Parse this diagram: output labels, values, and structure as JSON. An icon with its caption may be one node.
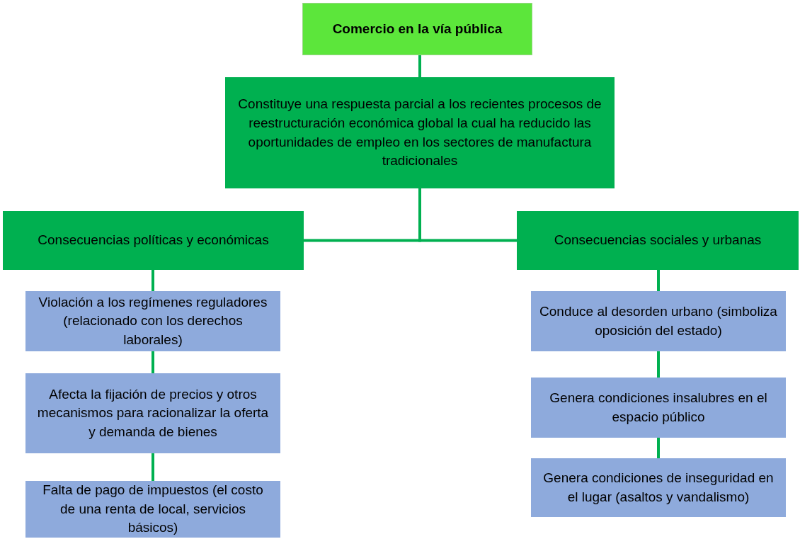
{
  "diagram": {
    "nodes": [
      {
        "text": [
          "Comercio en la vía pública"
        ]
      },
      {
        "text": [
          "Constituye una respuesta parcial a los recientes procesos de reestructuración económica global la cual ha reducido las oportunidades de empleo en los sectores de manufactura tradicionales"
        ]
      },
      {
        "text": [
          "Consecuencias políticas y económicas"
        ]
      },
      {
        "text": [
          "Consecuencias sociales y urbanas"
        ]
      },
      {
        "text": [
          "Violación a los regímenes reguladores (relacionado con los derechos laborales)"
        ]
      },
      {
        "text": [
          "Afecta la fijación de precios y otros mecanismos para racionalizar la oferta y demanda de bienes"
        ]
      },
      {
        "text": [
          "Falta de pago de impuestos (el costo de una renta de local, servicios básicos)"
        ]
      },
      {
        "text": [
          "Conduce al desorden urbano (simboliza oposición del estado)"
        ]
      },
      {
        "text": [
          "Genera condiciones insalubres en el espacio público"
        ]
      },
      {
        "text": [
          "Genera condiciones de inseguridad en el lugar (asaltos y vandalismo)"
        ]
      }
    ],
    "edges": [
      {
        "from": 0,
        "to": 1,
        "arrow": "none"
      },
      {
        "from": 1,
        "to": 2,
        "arrow": "none"
      },
      {
        "from": 1,
        "to": 3,
        "arrow": "none"
      },
      {
        "from": 2,
        "to": 4,
        "arrow": "none"
      },
      {
        "from": 4,
        "to": 5,
        "arrow": "none"
      },
      {
        "from": 5,
        "to": 6,
        "arrow": "none"
      },
      {
        "from": 3,
        "to": 7,
        "arrow": "none"
      },
      {
        "from": 7,
        "to": 8,
        "arrow": "none"
      },
      {
        "from": 8,
        "to": 9,
        "arrow": "none"
      }
    ]
  }
}
